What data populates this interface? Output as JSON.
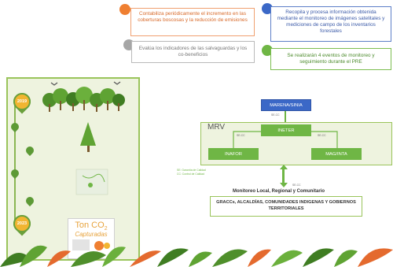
{
  "callouts": [
    {
      "text": "Contabiliza periódicamente el incremento en las coberturas boscosas y la reducción de emisiones",
      "color": "#ef7f31"
    },
    {
      "text": "Recopila y procesa información obtenida mediante el monitoreo de imágenes satelitales y mediciones de campo de los inventarios forestales",
      "color": "#3b68c7"
    },
    {
      "text": "Evalúa los indicadores de las salvaguardas y los co-beneficios",
      "color": "#a6a6a6"
    },
    {
      "text": "Se realizarán 4 eventos de monitoreo y seguimiento durante el PRE",
      "color": "#6fb645"
    }
  ],
  "timeline": {
    "start_year": "2019",
    "end_year": "2023"
  },
  "ton_box": {
    "title": "Ton CO",
    "subscript": "2",
    "subtitle": "Capturadas"
  },
  "mrv": {
    "label": "MRV",
    "top_box": "MARENA/SINIA",
    "center_box": "INETER",
    "left_box": "INAFOR",
    "right_box": "MAG/INTA",
    "connector_labels": [
      "SE-CC",
      "SE-CC",
      "SE-CC",
      "SE-CC"
    ]
  },
  "legend": [
    "SE: Garantía de Calidad",
    "CC: Control de Calidad"
  ],
  "monitoreo_title": "Monitoreo Local, Regional y Comunitario",
  "communities": "GRACCs, ALCALDÍAS, COMUNIDADES INDIGENAS Y GOBIERNOS TERRITORIALES"
}
